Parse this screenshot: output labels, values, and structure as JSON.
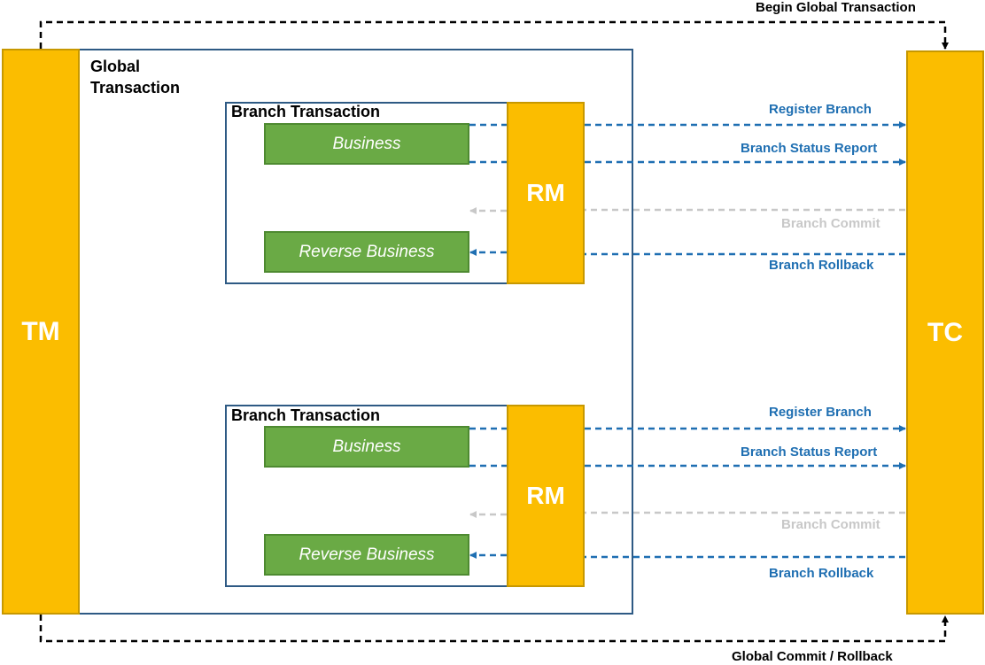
{
  "diagram": {
    "tm_label": "TM",
    "tc_label": "TC",
    "global_transaction_title": "Global\nTransaction",
    "top_flow_label": "Begin Global Transaction",
    "bottom_flow_label": "Global Commit / Rollback",
    "branches": [
      {
        "title": "Branch Transaction",
        "business_label": "Business",
        "reverse_business_label": "Reverse Business",
        "rm_label": "RM",
        "register_label": "Register Branch",
        "status_report_label": "Branch Status Report",
        "commit_label": "Branch Commit",
        "rollback_label": "Branch Rollback"
      },
      {
        "title": "Branch Transaction",
        "business_label": "Business",
        "reverse_business_label": "Reverse Business",
        "rm_label": "RM",
        "register_label": "Register Branch",
        "status_report_label": "Branch Status Report",
        "commit_label": "Branch Commit",
        "rollback_label": "Branch Rollback"
      }
    ]
  },
  "colors": {
    "pillar": "#fbbd00",
    "business": "#6aaa45",
    "arrow_blue": "#1f6fb2",
    "arrow_gray": "#c8c8c8",
    "frame": "#2e5a84"
  }
}
